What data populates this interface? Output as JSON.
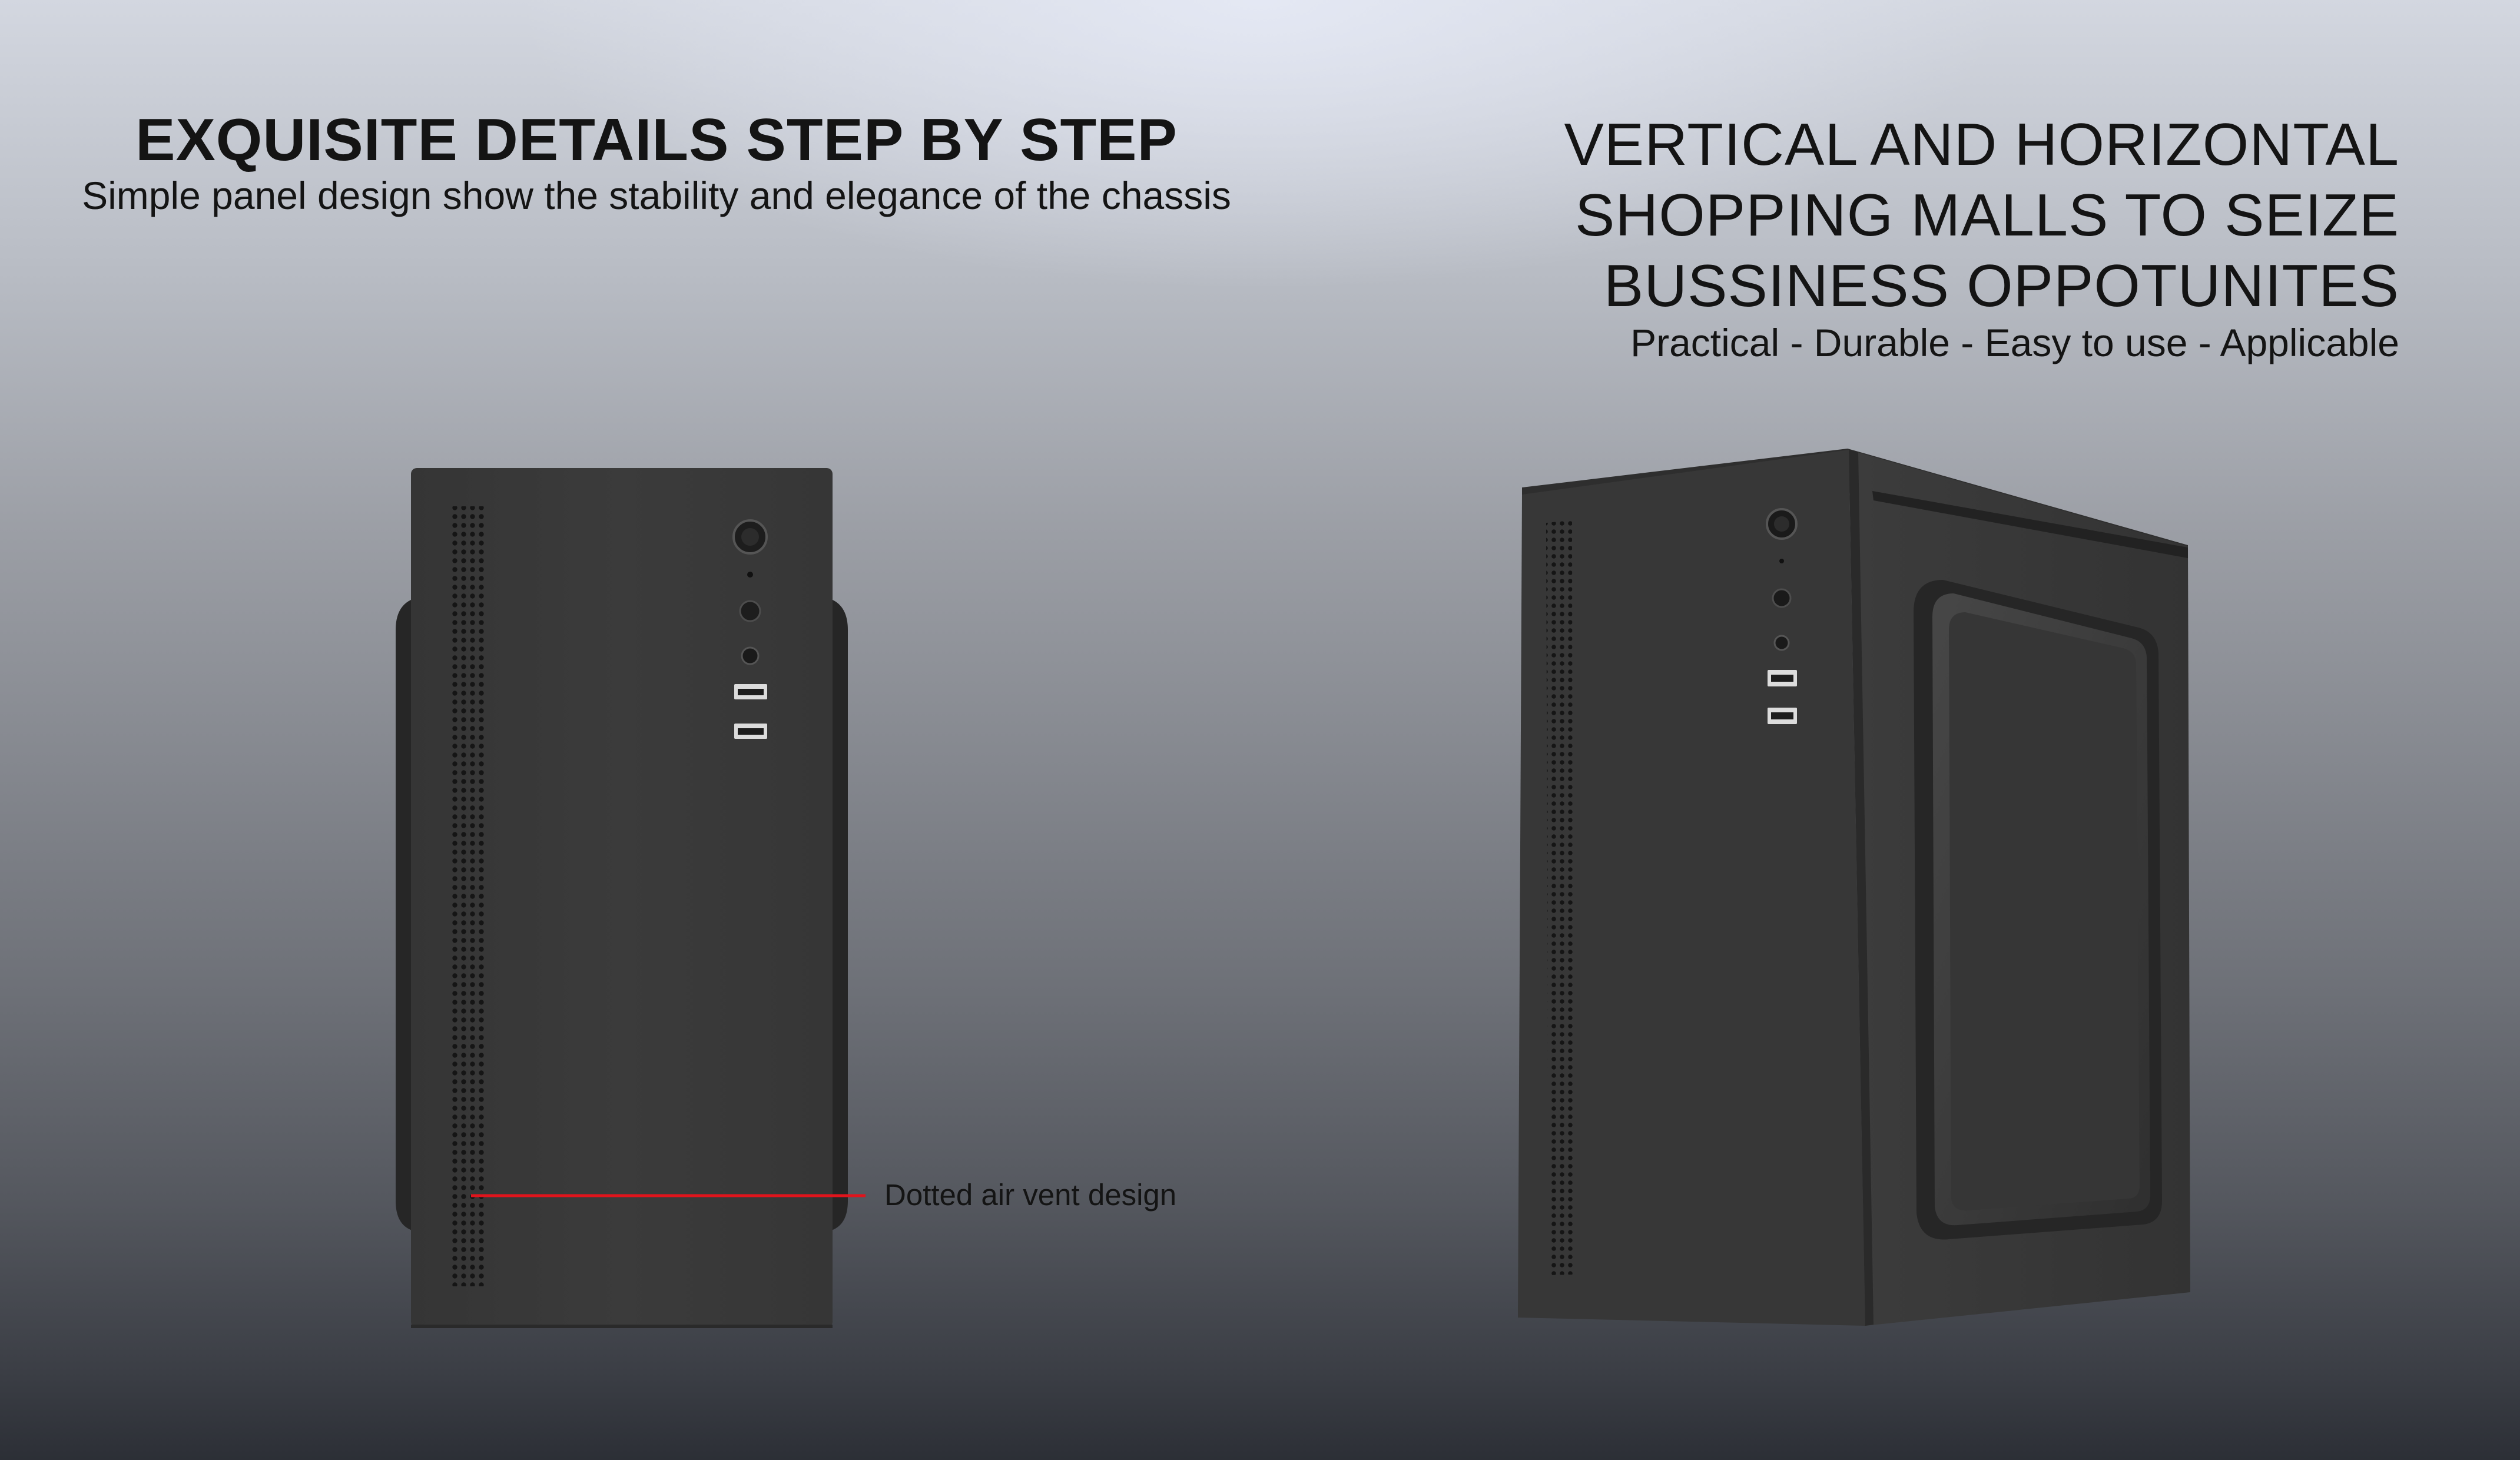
{
  "left_panel": {
    "heading": "EXQUISITE DETAILS STEP BY STEP",
    "subtitle": "Simple panel design show the stability and elegance of the chassis",
    "callout": "Dotted air vent design"
  },
  "right_panel": {
    "heading_lines": [
      "VERTICAL AND HORIZONTAL",
      "SHOPPING MALLS TO SEIZE",
      "BUSSINESS OPPOTUNITES"
    ],
    "subtitle": "Practical - Durable - Easy to use - Applicable"
  },
  "colors": {
    "chassis": "#3a3a3a",
    "callout_line": "#e0141c",
    "text": "#141414"
  },
  "icons": [
    "power-button-icon",
    "usb-port-icon",
    "audio-jack-icon",
    "air-vent-icon"
  ]
}
